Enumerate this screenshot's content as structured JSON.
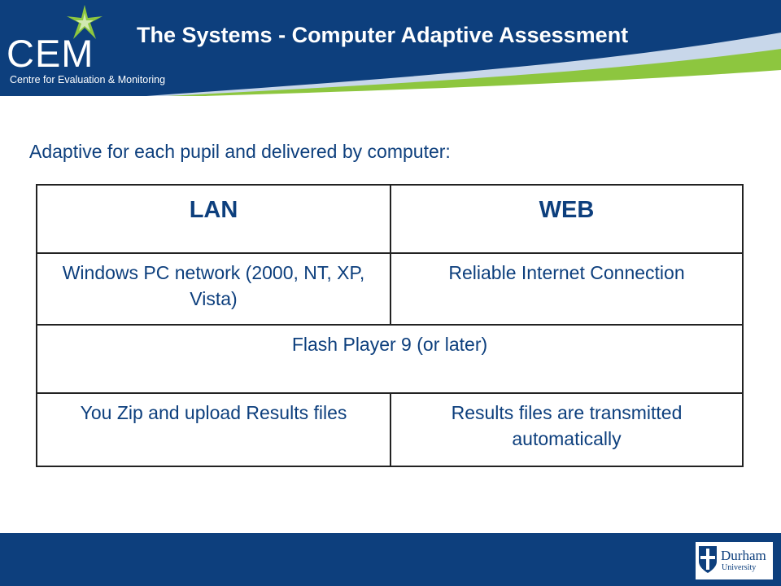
{
  "header": {
    "title": "The Systems - Computer Adaptive Assessment",
    "logo_text": "CEM",
    "logo_subtitle": "Centre for Evaluation & Monitoring",
    "logo_icon": "star-icon",
    "colors": {
      "background": "#0d3f7d",
      "accent_green": "#8dc63f",
      "accent_light": "#c8d7ea"
    }
  },
  "main": {
    "intro": "Adaptive for each pupil and delivered by computer:",
    "table": {
      "headers": [
        "LAN",
        "WEB"
      ],
      "row1": [
        "Windows PC network (2000, NT, XP, Vista)",
        "Reliable Internet Connection"
      ],
      "row2": "Flash Player 9 (or later)",
      "row3": [
        "You Zip and upload Results files",
        "Results files are transmitted automatically"
      ]
    }
  },
  "footer": {
    "logo_name": "Durham",
    "logo_subtitle": "University",
    "logo_icon": "durham-shield-icon"
  }
}
